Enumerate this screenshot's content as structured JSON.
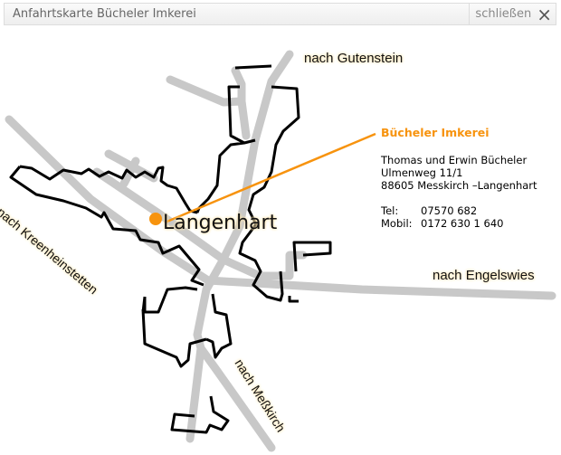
{
  "header": {
    "title": "Anfahrtskarte Bücheler Imkerei",
    "close_label": "schließen",
    "close_icon": "×"
  },
  "map": {
    "village": "Langenhart",
    "labels": {
      "north": "nach Gutenstein",
      "west": "nach Kreenheinstetten",
      "east": "nach Engelswies",
      "south": "nach Meßkirch"
    },
    "colors": {
      "road": "#c8c8c8",
      "marker": "#f7930e",
      "outline": "#000000"
    }
  },
  "info": {
    "name": "Bücheler Imkerei",
    "lines": [
      "Thomas und Erwin Bücheler",
      "Ulmenweg 11/1",
      "88605 Messkirch –Langenhart"
    ],
    "tel_label": "Tel:",
    "tel": "07570 682",
    "mobil_label": "Mobil:",
    "mobil": "0172 630 1 640"
  }
}
